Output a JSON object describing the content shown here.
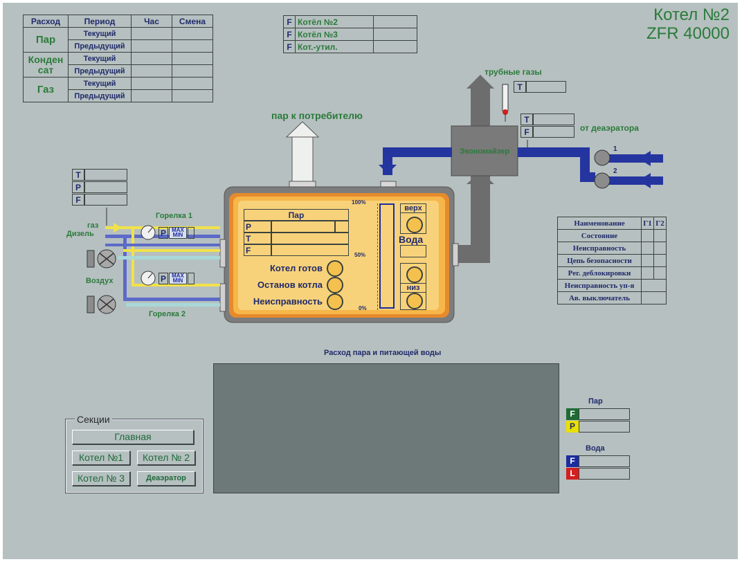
{
  "title": {
    "line1": "Котел №2",
    "line2": "ZFR 40000"
  },
  "flow_table": {
    "headers": [
      "Расход",
      "Период",
      "Час",
      "Смена"
    ],
    "rows": [
      {
        "name": "Пар",
        "periods": [
          "Текущий",
          "Предыдущий"
        ]
      },
      {
        "name": "Конден сат",
        "periods": [
          "Текущий",
          "Предыдущий"
        ]
      },
      {
        "name": "Газ",
        "periods": [
          "Текущий",
          "Предыдущий"
        ]
      }
    ]
  },
  "boilers": [
    {
      "flag": "F",
      "name": "Котёл №2"
    },
    {
      "flag": "F",
      "name": "Котёл №3"
    },
    {
      "flag": "F",
      "name": "Кот.-утил."
    }
  ],
  "labels": {
    "pipe_gases": "трубные газы",
    "steam_out": "пар  к потребителю",
    "deaerator": "от деаэратора",
    "economizer": "Экономайзер",
    "burner1": "Горелка 1",
    "burner2": "Горелка 2",
    "gas": "газ",
    "diesel": "Дизель",
    "air": "Воздух",
    "chart_title": "Расход пара и питающей воды",
    "pump1": "1",
    "pump2": "2",
    "max": "MAX",
    "min": "MIN",
    "p": "P"
  },
  "left_tpf": [
    "T",
    "P",
    "F"
  ],
  "pipe_t": "T",
  "econ_tf": [
    "T",
    "F"
  ],
  "boiler_panel": {
    "steam_title": "Пар",
    "params": [
      "P",
      "T",
      "F"
    ],
    "indicators": [
      "Котел готов",
      "Останов котла",
      "Неисправность"
    ],
    "level_top": "верх",
    "level_water": "Вода",
    "level_low": "низ",
    "scale": [
      "100%",
      "50%",
      "0%"
    ]
  },
  "status_table": {
    "headers": [
      "Наименование",
      "Г1",
      "Г2"
    ],
    "rows": [
      "Состояние",
      "Неисправность",
      "Цепь безопасности",
      "Рег. деблокировки"
    ],
    "wide_rows": [
      "Неисправность уп-я",
      "Ав. выключатель"
    ]
  },
  "sections": {
    "title": "Секции",
    "main": "Главная",
    "buttons": [
      "Котел №1",
      "Котел № 2",
      "Котел № 3",
      "Деаэратор"
    ]
  },
  "legend": {
    "steam_title": "Пар",
    "steam_items": [
      {
        "letter": "F",
        "color": "#1f6a35"
      },
      {
        "letter": "P",
        "color": "#e8e000"
      }
    ],
    "water_title": "Вода",
    "water_items": [
      {
        "letter": "F",
        "color": "#1c2c9c"
      },
      {
        "letter": "L",
        "color": "#d21f1f"
      }
    ]
  },
  "colors": {
    "background": "#b6c0c0",
    "pipe_blue": "#2535a0",
    "pipe_gray": "#6d6d6d",
    "boiler_body": "#7c7c7c",
    "panel_yellow": "#f8d27a"
  }
}
